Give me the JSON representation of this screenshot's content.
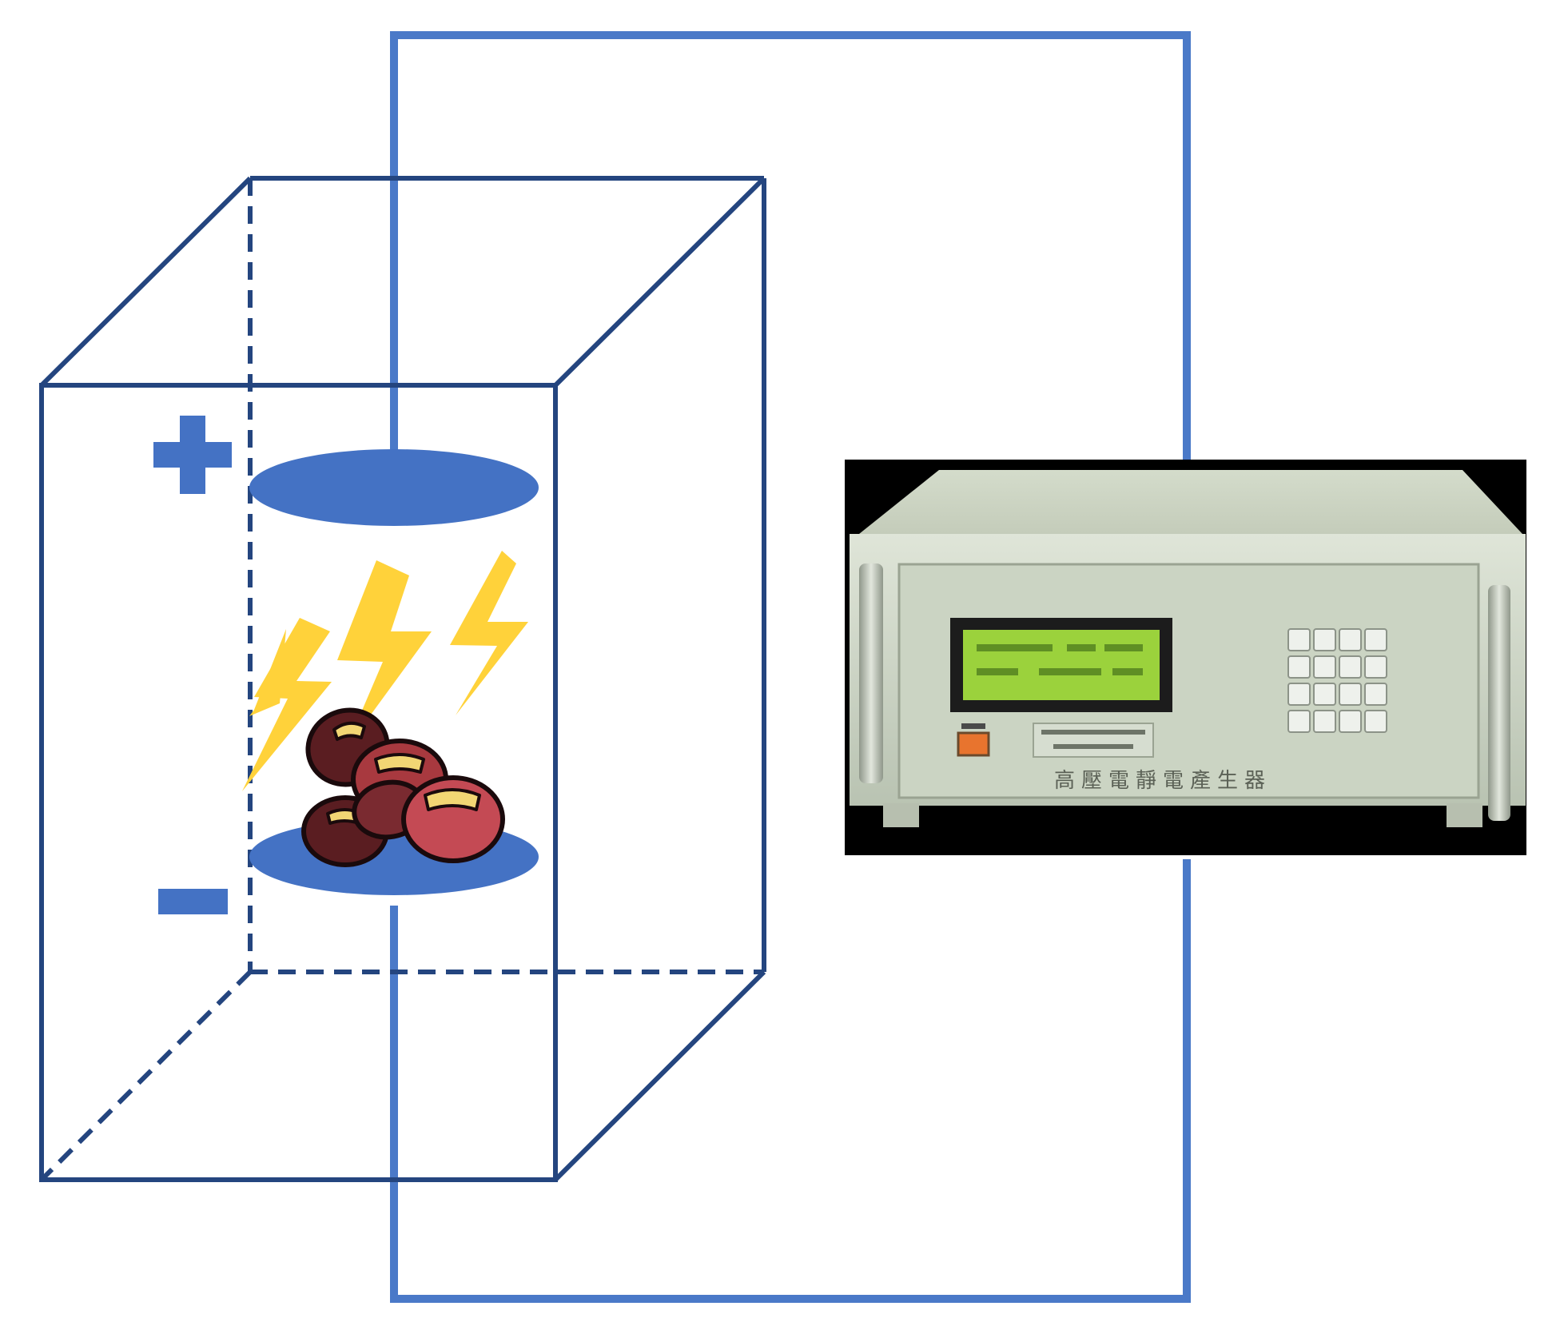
{
  "diagram": {
    "positive_symbol": "+",
    "negative_symbol": "−",
    "device_panel_text": "高壓電靜電產生器",
    "device_label_line1": "",
    "device_label_line2": "",
    "lcd_line1": "",
    "lcd_line2": "",
    "keypad_keys": 16
  },
  "colors": {
    "box_edge": "#24457f",
    "wire": "#4a79c8",
    "electrode": "#4472c4",
    "lightning": "#ffd23a",
    "bean_dark": "#5a1d21",
    "bean_light": "#b23e47",
    "bean_hilum": "#f2d674",
    "device_body": "#c8d2c0",
    "device_frame": "#000000",
    "lcd": "#9bd23c"
  },
  "icons": [
    "plus-sign",
    "minus-sign",
    "lightning-bolt-icon",
    "bean-icon",
    "keypad-icon",
    "power-switch-icon"
  ]
}
